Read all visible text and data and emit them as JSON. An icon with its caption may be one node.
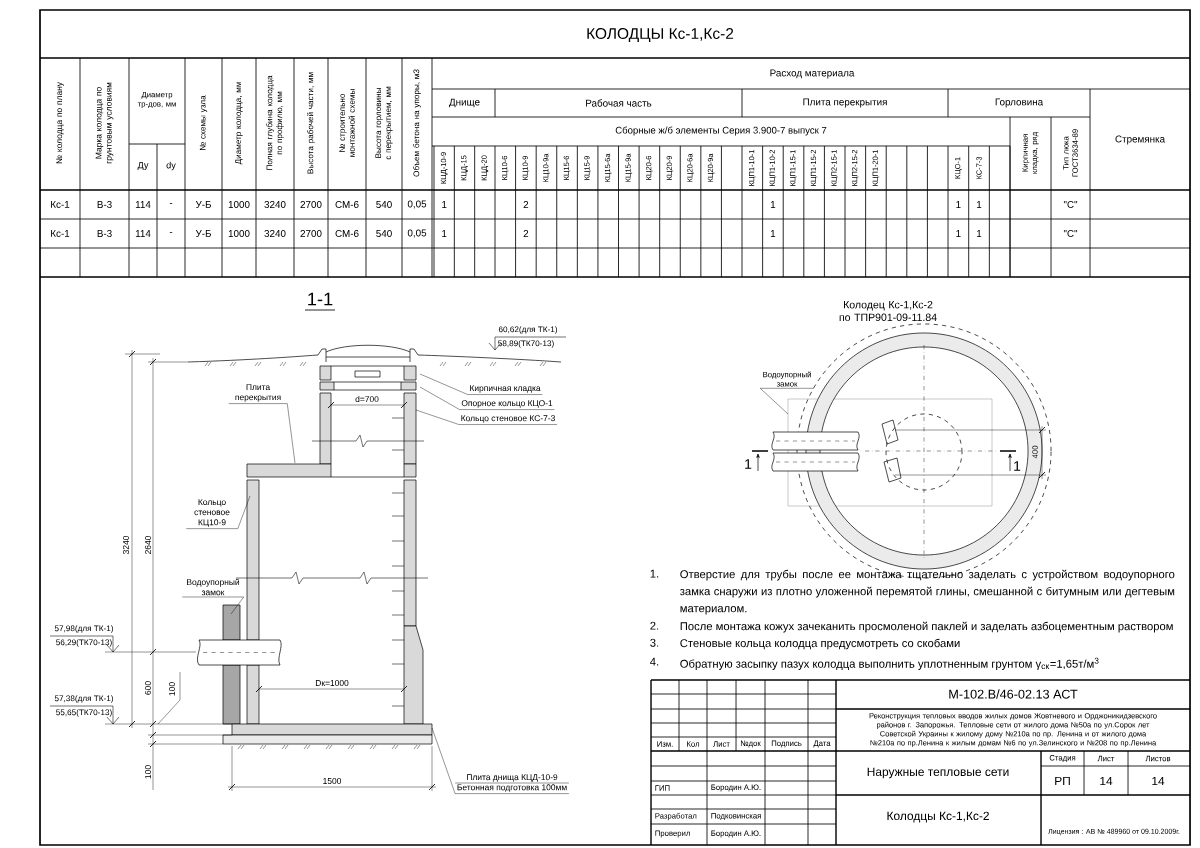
{
  "diagram": {
    "title": "КОЛОДЦЫ Кс-1,Кс-2",
    "nodes": [
      {
        "text": [
          "Плита перекрытия"
        ],
        "in": 8
      },
      {
        "text": [
          "Кирпичная кладка"
        ],
        "in": 8
      },
      {
        "text": [
          "Опорное кольцо КЦО-1"
        ],
        "in": 8
      },
      {
        "text": [
          "Кольцо стеновое КС-7-3"
        ],
        "in": 8
      },
      {
        "text": [
          "Кольцо стеновое КЦ10-9"
        ],
        "in": 8
      },
      {
        "text": [
          "Водоупорный замок"
        ],
        "in": 8
      },
      {
        "text": [
          "Плита днища КЦД-10-9",
          "Бетонная подготовка 100мм"
        ],
        "in": 8
      },
      {
        "text": [
          "Водоупорный замок"
        ]
      },
      {
        "text": [],
        "shape": "picture",
        "beside": [
          "1-1"
        ]
      },
      {
        "text": [],
        "shape": "picture",
        "beside": [
          "Колодец Кс-1,Кс-2 по ТПР901-09-11.84"
        ]
      }
    ],
    "edges": [
      {
        "from": 0,
        "to": 8,
        "arrow": "none"
      },
      {
        "from": 1,
        "to": 8,
        "arrow": "none"
      },
      {
        "from": 2,
        "to": 8,
        "arrow": "none"
      },
      {
        "from": 3,
        "to": 8,
        "arrow": "none"
      },
      {
        "from": 4,
        "to": 8,
        "arrow": "none"
      },
      {
        "from": 5,
        "to": 8,
        "arrow": "none"
      },
      {
        "from": 6,
        "to": 8,
        "arrow": "none"
      },
      {
        "from": 7,
        "to": 9,
        "arrow": "none"
      }
    ],
    "labels": [
      "№ колодца по плану",
      "Марка колодца по грунтовым условиям",
      "Диаметр тр-дов, мм",
      "Ду",
      "dу",
      "№ схемы узла",
      "Диаметр колодца, мм",
      "Полная глубина колодца по профилю, мм",
      "Высота рабочей части, мм",
      "№ строительно монтажной схемы",
      "Высота горловины с перекрытием, мм",
      "Объем бетона на упоры, м3",
      "Расход материала",
      "Днище",
      "Рабочая часть",
      "Плита перекрытия",
      "Горловина",
      "Стремянка",
      "Сборные ж/б элементы Серия 3.900-7 выпуск 7",
      "КЦД-10-9",
      "КЦД-15",
      "КЦД-20",
      "КЦ10-6",
      "КЦ10-9",
      "КЦ10-9а",
      "КЦ15-6",
      "КЦ15-9",
      "КЦ15-6а",
      "КЦ15-9а",
      "КЦ20-6",
      "КЦ20-9",
      "КЦ20-6а",
      "КЦ20-9а",
      "КЦП1-10-1",
      "КЦП1-10-2",
      "КЦП1-15-1",
      "КЦП1-15-2",
      "КЦП2-15-1",
      "КЦП2-15-2",
      "КЦП1-20-1",
      "КЦО-1",
      "КС-7-3",
      "Кирпичная кладка, ряд",
      "Тип люка ГОСТ3634-89",
      "Кс-1",
      "В-3",
      "114",
      "-",
      "У-Б",
      "1000",
      "3240",
      "2700",
      "СМ-6",
      "540",
      "0,05",
      "1",
      "2",
      "1",
      "1",
      "1",
      "\"С\"",
      "Кс-1",
      "В-3",
      "114",
      "-",
      "У-Б",
      "1000",
      "3240",
      "2700",
      "СМ-6",
      "540",
      "0,05",
      "1",
      "2",
      "1",
      "1",
      "1",
      "\"С\"",
      "60,62(для ТК-1)",
      "58,89(ТК70-13)",
      "d=700",
      "3240",
      "2640",
      "57,98(для ТК-1)",
      "56,29(ТК70-13)",
      "600",
      "100",
      "57,38(для ТК-1)",
      "55,65(ТК70-13)",
      "Dк=1000",
      "100",
      "1500",
      "1",
      "1",
      "400",
      "1.",
      "Отверстие для трубы после ее монтажа тщательно заделать с устройством водоупорного замка снаружи из плотно уложенной перемятой глины, смешанной с битумным или дегтевым материалом.",
      "2.",
      "После монтажа кожух зачеканить просмоленой паклей и заделать азбоцементным раствором",
      "3.",
      "Стеновые кольца колодца предусмотреть со скобами",
      "4.",
      "Обратную засыпку пазух колодца выполнить уплотненным грунтом γ$_{ск}$=1,65т/м$^{3}$",
      "Изм.",
      "Кол",
      "Лист",
      "№док",
      "Подпись",
      "Дата",
      "ГИП",
      "Бородин А.Ю.",
      "Разработал",
      "Подковинская",
      "Проверил",
      "Бородин А.Ю.",
      "М-102.В/46-02.13 АСТ",
      "Реконструкция тепловых вводов жилых домов Жовтневого и Орджоникидзевского районов г. Запорожья. Тепловые сети от жилого дома №50а по ул.Сорок лет Советской Украины к жилому дому №210а по пр. Ленина и от жилого дома №210а по пр.Ленина к жилым домам №6 по ул.Зелинского и №208 по пр.Ленина",
      "Наружные тепловые сети",
      "Стадия",
      "Лист",
      "Листов",
      "РП",
      "14",
      "14",
      "Колодцы Кс-1,Кс-2",
      "Лицензия : АВ № 489960 от 09.10.2009г."
    ]
  }
}
